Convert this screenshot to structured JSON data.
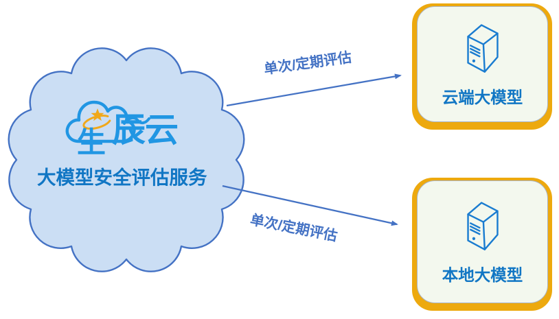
{
  "colors": {
    "background": "#ffffff",
    "cloud_fill": "#cbdef4",
    "cloud_border": "#4472c4",
    "logo_blue": "#2196e3",
    "star_gold": "#f0a81a",
    "heading_blue": "#1176c4",
    "arrow_blue": "#4472c4",
    "box_border_gold": "#eda90e",
    "box_fill": "#f3f8ee",
    "box_inner_border": "#a9b4c6",
    "server_icon_blue": "#1a7cd0"
  },
  "cloud": {
    "logo": {
      "text": "星辰云",
      "head": "生",
      "tail": "辰云",
      "emblem_icon": "star-with-orbit"
    },
    "label": "大模型安全评估服务"
  },
  "arrows": {
    "top": {
      "label": "单次/定期评估"
    },
    "bottom": {
      "label": "单次/定期评估"
    }
  },
  "boxes": {
    "cloud_model": {
      "label": "云端大模型",
      "icon": "server-tower"
    },
    "local_model": {
      "label": "本地大模型",
      "icon": "server-tower"
    }
  }
}
